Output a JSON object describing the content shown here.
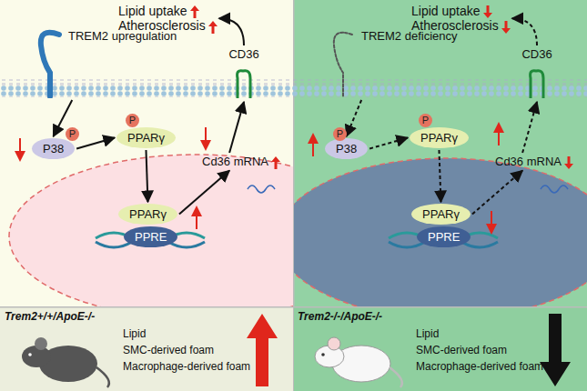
{
  "diagram": {
    "nodes": [
      {
        "text": [
          "Lipid uptake",
          "Atherosclerosis"
        ]
      },
      {
        "text": [
          "TREM2 upregulation"
        ]
      },
      {
        "text": [
          "CD36"
        ]
      },
      {
        "text": [
          "P38"
        ]
      },
      {
        "text": [
          "PPARγ"
        ]
      },
      {
        "text": [
          "Cd36 mRNA"
        ]
      },
      {
        "text": [
          "PPARγ"
        ]
      },
      {
        "text": [
          "PPRE"
        ]
      },
      {
        "text": [
          "Lipid uptake",
          "Atherosclerosis"
        ]
      },
      {
        "text": [
          "TREM2 deficiency"
        ]
      },
      {
        "text": [
          "CD36"
        ]
      },
      {
        "text": [
          "P38"
        ]
      },
      {
        "text": [
          "PPARγ"
        ]
      },
      {
        "text": [
          "Cd36 mRNA"
        ]
      },
      {
        "text": [
          "PPARγ"
        ]
      },
      {
        "text": [
          "PPRE"
        ]
      }
    ],
    "edges": [
      {
        "from": 1,
        "to": 3,
        "arrow": "to"
      },
      {
        "from": 3,
        "to": 4,
        "arrow": "to"
      },
      {
        "from": 4,
        "to": 6,
        "arrow": "to"
      },
      {
        "from": 6,
        "to": 5,
        "arrow": "to"
      },
      {
        "from": 5,
        "to": 2,
        "arrow": "to"
      },
      {
        "from": 2,
        "to": 0,
        "arrow": "to"
      },
      {
        "from": 9,
        "to": 11,
        "arrow": "to"
      },
      {
        "from": 11,
        "to": 12,
        "arrow": "to"
      },
      {
        "from": 12,
        "to": 14,
        "arrow": "to"
      },
      {
        "from": 14,
        "to": 13,
        "arrow": "to"
      },
      {
        "from": 13,
        "to": 10,
        "arrow": "to"
      },
      {
        "from": 10,
        "to": 8,
        "arrow": "to"
      }
    ],
    "labels": [
      "P",
      "P",
      "P",
      "P",
      "Trem2+/+/ApoE-/-",
      "Lipid",
      "SMC-derived foam",
      "Macrophage-derived foam",
      "Trem2-/-/ApoE-/-",
      "Lipid",
      "SMC-derived foam",
      "Macrophage-derived foam"
    ]
  }
}
